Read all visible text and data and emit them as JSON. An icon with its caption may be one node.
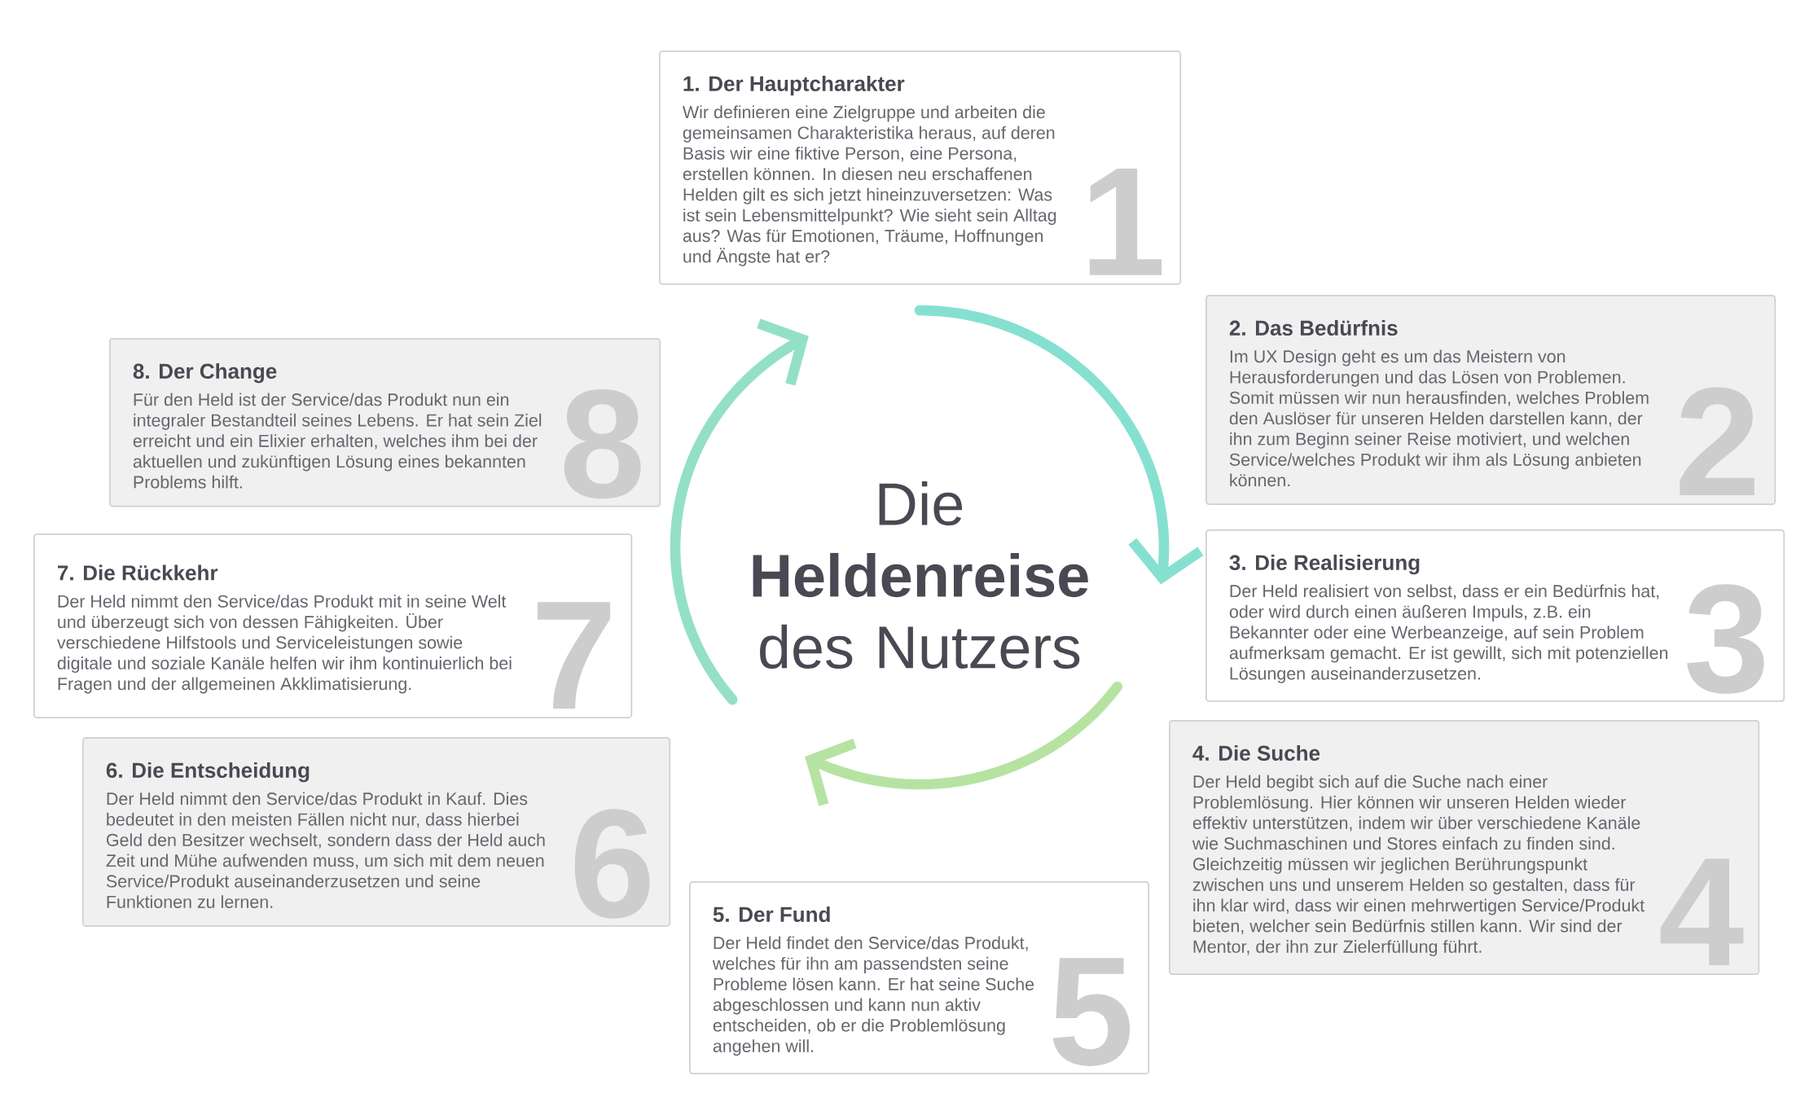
{
  "diagram": {
    "title": "Die **Heldenreise** des Nutzers",
    "nodes": [
      {
        "text": [
          "1. Der Hauptcharakter",
          "Wir definieren eine Zielgruppe und arbeiten die gemeinsamen Charakteristika heraus, auf deren Basis wir eine fiktive Person, eine Persona, erstellen können. In diesen neu erschaffenen Helden gilt es sich jetzt hineinzuversetzen: Was ist sein Lebensmittelpunkt? Wie sieht sein Alltag aus? Was für Emotionen, Träume, Hoffnungen und Ängste hat er?",
          "1"
        ]
      },
      {
        "text": [
          "2. Das Bedürfnis",
          "Im UX Design geht es um das Meistern von Herausforderungen und das Lösen von Problemen. Somit müssen wir nun herausfinden, welches Problem den Auslöser für unseren Helden darstellen kann, der ihn zum Beginn seiner Reise motiviert, und welchen Service/welches Produkt wir ihm als Lösung anbieten können.",
          "2"
        ]
      },
      {
        "text": [
          "3. Die Realisierung",
          "Der Held realisiert von selbst, dass er ein Bedürfnis hat, oder wird durch einen äußeren Impuls, z.B. ein Bekannter oder eine Werbeanzeige, auf sein Problem aufmerksam gemacht. Er ist gewillt, sich mit potenziellen Lösungen auseinanderzusetzen.",
          "3"
        ]
      },
      {
        "text": [
          "4. Die Suche",
          "Der Held begibt sich auf die Suche nach einer Problemlösung. Hier können wir unseren Helden wieder effektiv unterstützen, indem wir über verschiedene Kanäle wie Suchmaschinen und Stores einfach zu finden sind. Gleichzeitig müssen wir jeglichen Berührungspunkt zwischen uns und unserem Helden so gestalten, dass für ihn klar wird, dass wir einen mehrwertigen Service/Produkt bieten, welcher sein Bedürfnis stillen kann. Wir sind der Mentor, der ihn zur Zielerfüllung führt.",
          "4"
        ]
      },
      {
        "text": [
          "5. Der Fund",
          "Der Held findet den Service/das Produkt, welches für ihn am passendsten seine Probleme lösen kann. Er hat seine Suche abgeschlossen und kann nun aktiv entscheiden, ob er die Problemlösung angehen will.",
          "5"
        ]
      },
      {
        "text": [
          "6. Die Entscheidung",
          "Der Held nimmt den Service/das Produkt in Kauf. Dies bedeutet in den meisten Fällen nicht nur, dass hierbei Geld den Besitzer wechselt, sondern dass der Held auch Zeit und Mühe aufwenden muss, um sich mit dem neuen Service/Produkt auseinanderzusetzen und seine Funktionen zu lernen.",
          "6"
        ]
      },
      {
        "text": [
          "7. Die Rückkehr",
          "Der Held nimmt den Service/das Produkt mit in seine Welt und überzeugt sich von dessen Fähigkeiten. Über verschiedene Hilfstools und Serviceleistungen sowie digitale und soziale Kanäle helfen wir ihm kontinuierlich bei Fragen und der allgemeinen Akklimatisierung.",
          "7"
        ]
      },
      {
        "text": [
          "8. Der Change",
          "Für den Held ist der Service/das Produkt nun ein integraler Bestandteil seines Lebens. Er hat sein Ziel erreicht und ein Elixier erhalten, welches ihm bei der aktuellen und zukünftigen Lösung eines bekannten Problems hilft.",
          "8"
        ]
      }
    ]
  }
}
